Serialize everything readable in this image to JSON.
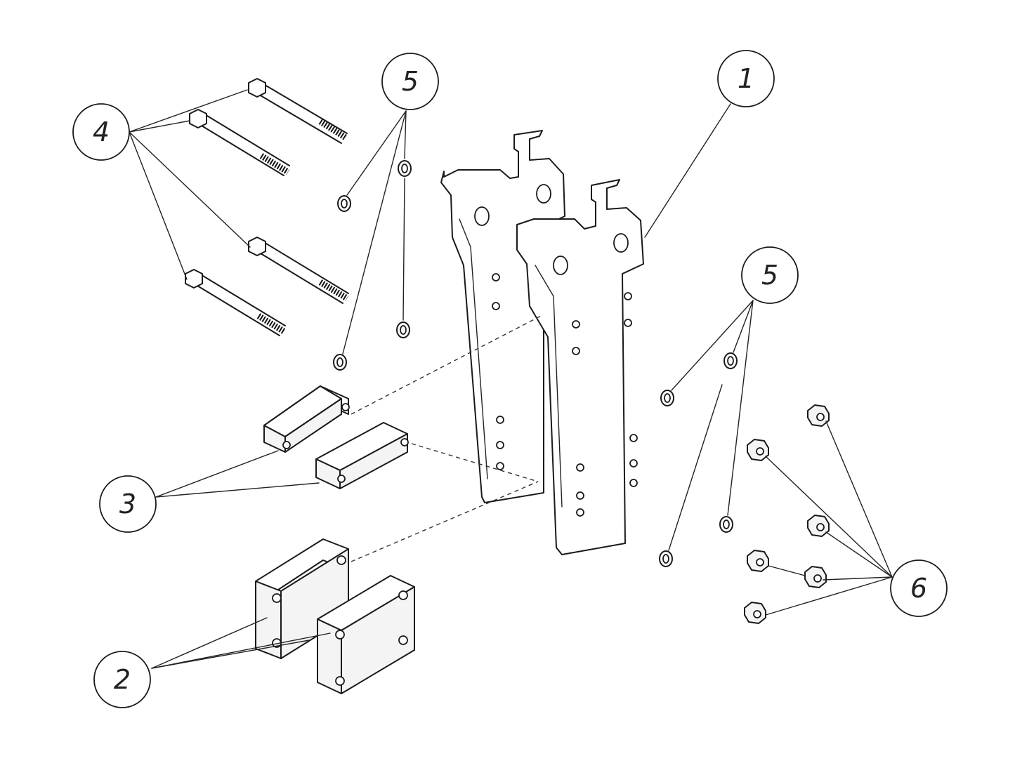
{
  "callouts": [
    {
      "id": "balloon-1",
      "label": "1"
    },
    {
      "id": "balloon-2",
      "label": "2"
    },
    {
      "id": "balloon-3",
      "label": "3"
    },
    {
      "id": "balloon-4",
      "label": "4"
    },
    {
      "id": "balloon-5-top",
      "label": "5"
    },
    {
      "id": "balloon-5-right",
      "label": "5"
    },
    {
      "id": "balloon-6",
      "label": "6"
    }
  ]
}
